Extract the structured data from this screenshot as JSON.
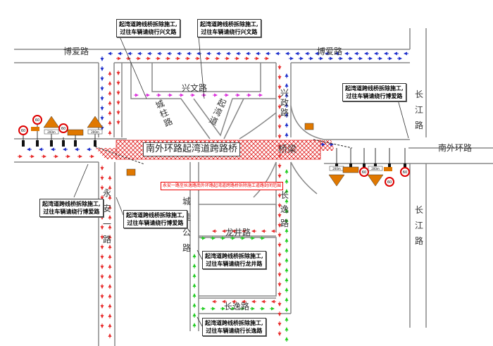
{
  "title": "南外环路起湾道跨路桥拆除施工交通组织示意图",
  "bridge_label": "南外环路起湾道跨路桥",
  "bridge_label_right": "桥梁",
  "closure_caption": "永安一路至长逸路南外环路起湾道跨路桥拆除施工道路封闭范围",
  "roads": {
    "boai_left": "博爱路",
    "boai_right": "博爱路",
    "xingwen": "兴文路",
    "chenggui": "城柱路",
    "qiwan": "起湾道",
    "xingzheng": "兴政路",
    "changjiang_upper": "长江路",
    "changjiang_lower": "长江路",
    "nanwaihuan_right": "南外环路",
    "yongan": "永安一路",
    "chengguigong": "城桂公路",
    "changyi": "长逸路",
    "changyi_bottom": "长逸路",
    "longjing": "龙井路"
  },
  "callouts": [
    {
      "line1": "起湾道跨线桥拆除施工,",
      "line2": "过往车辆请绕行兴文路"
    },
    {
      "line1": "起湾道跨线桥拆除施工,",
      "line2": "过往车辆请绕行兴文路"
    },
    {
      "line1": "起湾道跨线桥拆除施工,",
      "line2": "过往车辆请绕行博爱路"
    },
    {
      "line1": "起湾道跨线桥拆除施工,",
      "line2": "过往车辆请绕行博爱路"
    },
    {
      "line1": "起湾道跨线桥拆除施工,",
      "line2": "过往车辆请绕行博爱路"
    },
    {
      "line1": "起湾道跨线桥拆除施工,",
      "line2": "过往车辆请绕行龙井路"
    },
    {
      "line1": "起湾道跨线桥拆除施工,",
      "line2": "过往车辆请绕行长逸路"
    }
  ],
  "signs": {
    "speed_limit": "60",
    "distance": "200m"
  },
  "colors": {
    "road_edge": "#888888",
    "closure_hatch": "#e02020",
    "detour_red": "#e83030",
    "detour_blue": "#2233cc",
    "detour_green": "#22cc22",
    "detour_magenta": "#dd33dd",
    "sign_orange": "#e07800"
  }
}
